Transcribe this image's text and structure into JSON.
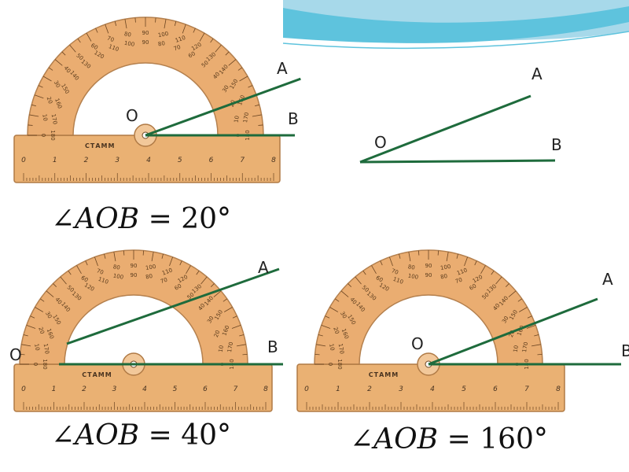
{
  "colors": {
    "line": "#1e6b3c",
    "protractor_fill": "#e9a96a",
    "protractor_edge": "#b07a45",
    "ruler_fill": "#eab173",
    "banner_1": "#a7d9ea",
    "banner_2": "#5ec3dd",
    "text": "#111111"
  },
  "protractors": [
    {
      "id": "p1",
      "brand": "СТАММ",
      "point_labels": {
        "A": "A",
        "B": "B",
        "O": "O"
      },
      "angle_deg": 20
    },
    {
      "id": "p2",
      "brand": "СТАММ",
      "point_labels": {
        "A": "A",
        "B": "B",
        "O": "O"
      },
      "angle_deg": 40
    },
    {
      "id": "p3",
      "brand": "СТАММ",
      "point_labels": {
        "A": "A",
        "B": "B",
        "O": "O"
      },
      "angle_deg": 160
    }
  ],
  "standalone_angle": {
    "labels": {
      "A": "A",
      "B": "B",
      "O": "O"
    },
    "angle_deg": 20
  },
  "ruler_numbers": [
    "0",
    "1",
    "2",
    "3",
    "4",
    "5",
    "6",
    "7",
    "8"
  ],
  "protractor_scale_outer": [
    "0",
    "10",
    "20",
    "30",
    "40",
    "50",
    "60",
    "70",
    "80",
    "90",
    "100",
    "110",
    "120",
    "130",
    "140",
    "150",
    "160",
    "170",
    "180"
  ],
  "protractor_scale_inner": [
    "180",
    "170",
    "160",
    "150",
    "140",
    "130",
    "120",
    "110",
    "100",
    "90",
    "80",
    "70",
    "60",
    "50",
    "40",
    "30",
    "20",
    "10",
    "0"
  ],
  "formulas": [
    {
      "id": "f1",
      "prefix": "∠",
      "name": "AOB",
      "eq": " = ",
      "value": "20°"
    },
    {
      "id": "f2",
      "prefix": "∠",
      "name": "AOB",
      "eq": " = ",
      "value": "40°"
    },
    {
      "id": "f3",
      "prefix": "∠",
      "name": "AOB",
      "eq": " = ",
      "value": "160°"
    }
  ]
}
